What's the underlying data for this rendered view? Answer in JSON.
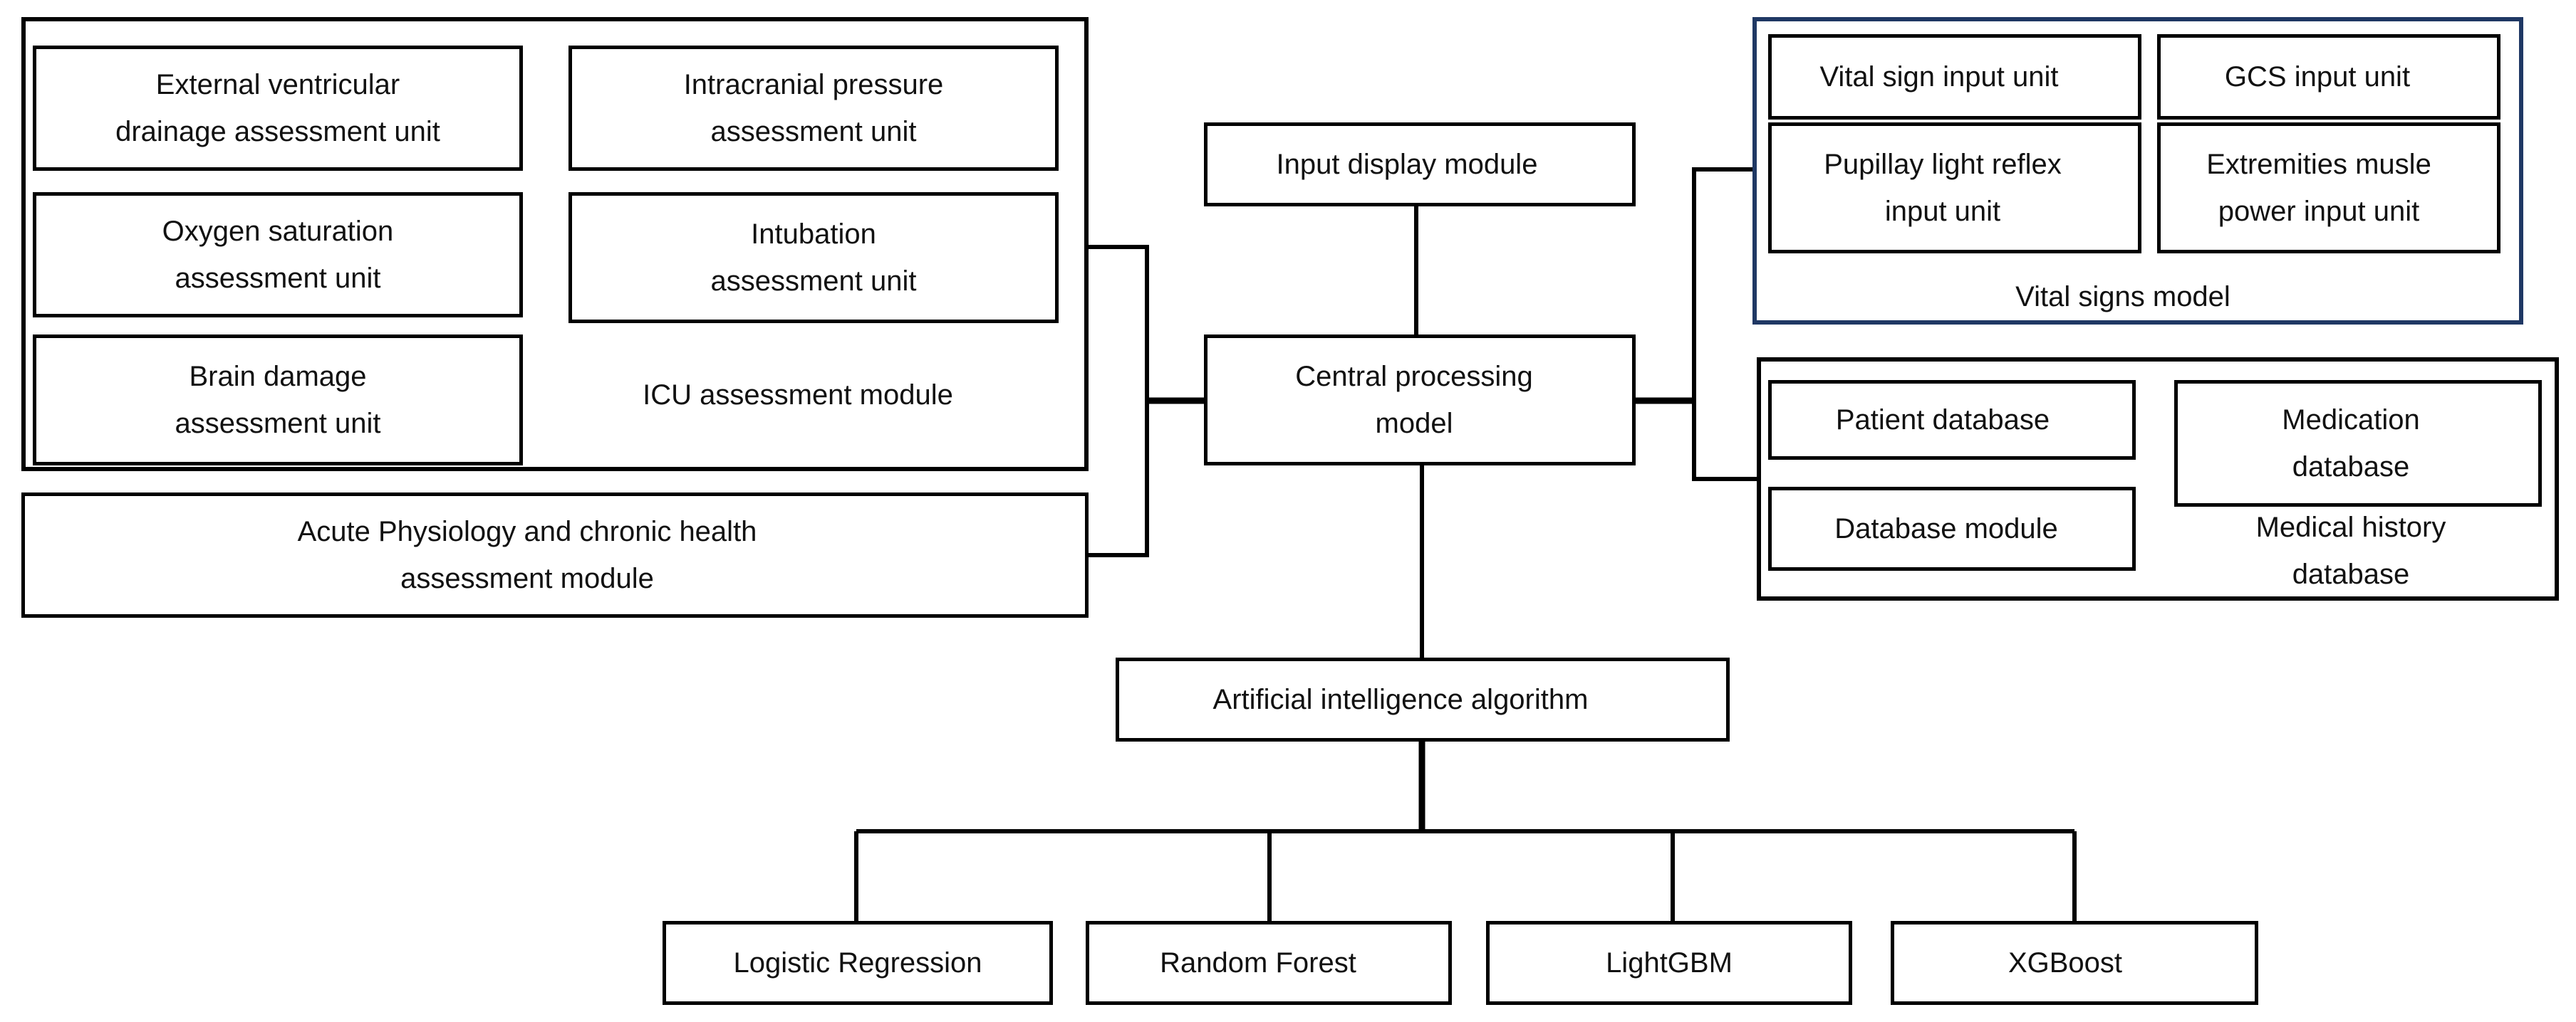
{
  "icu_module": {
    "label": "ICU assessment module",
    "units": {
      "evd": "External ventricular\ndrainage assessment unit",
      "icp": "Intracranial pressure\nassessment unit",
      "oxygen": "Oxygen saturation\nassessment unit",
      "intubation": "Intubation\nassessment unit",
      "brain": "Brain damage\nassessment unit"
    }
  },
  "apache_module": {
    "label": "Acute Physiology and chronic health\nassessment module"
  },
  "input_display": {
    "label": "Input display module"
  },
  "central": {
    "label": "Central processing\nmodel"
  },
  "ai": {
    "label": "Artificial intelligence algorithm"
  },
  "algorithms": [
    "Logistic Regression",
    "Random Forest",
    "LightGBM",
    "XGBoost"
  ],
  "vital_signs_model": {
    "label": "Vital signs model",
    "units": {
      "vital_sign": "Vital sign input unit",
      "gcs": "GCS input unit",
      "pupil": "Pupillay   light reflex\ninput unit",
      "extremities": "Extremities   musle\npower input unit"
    },
    "border_color": "#1f3864"
  },
  "database_module": {
    "label": "Database module",
    "patient": "Patient database",
    "medication": "Medication\ndatabase",
    "history": "Medical history\ndatabase"
  }
}
